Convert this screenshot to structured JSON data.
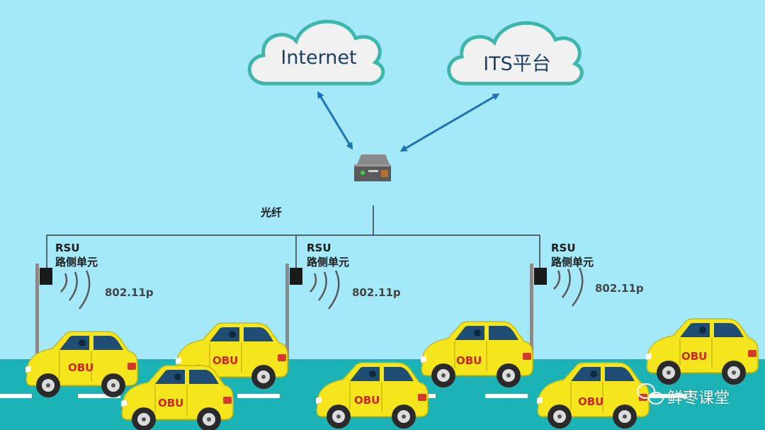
{
  "clouds": [
    {
      "label": "Internet"
    },
    {
      "label": "ITS平台"
    }
  ],
  "fiber_label": "光纤",
  "rsu_units": [
    {
      "line1": "RSU",
      "line2": "路侧单元",
      "freq": "802.11p"
    },
    {
      "line1": "RSU",
      "line2": "路侧单元",
      "freq": "802.11p"
    },
    {
      "line1": "RSU",
      "line2": "路侧单元",
      "freq": "802.11p"
    }
  ],
  "obu_label": "OBU",
  "watermark": "鲜枣课堂",
  "colors": {
    "sky": "#a3e9f9",
    "road": "#1bb3b5",
    "cloud_border": "#3fb6a9",
    "arrow": "#1e73b5",
    "car_body": "#f4e51c",
    "obu_text": "#d4241a"
  }
}
